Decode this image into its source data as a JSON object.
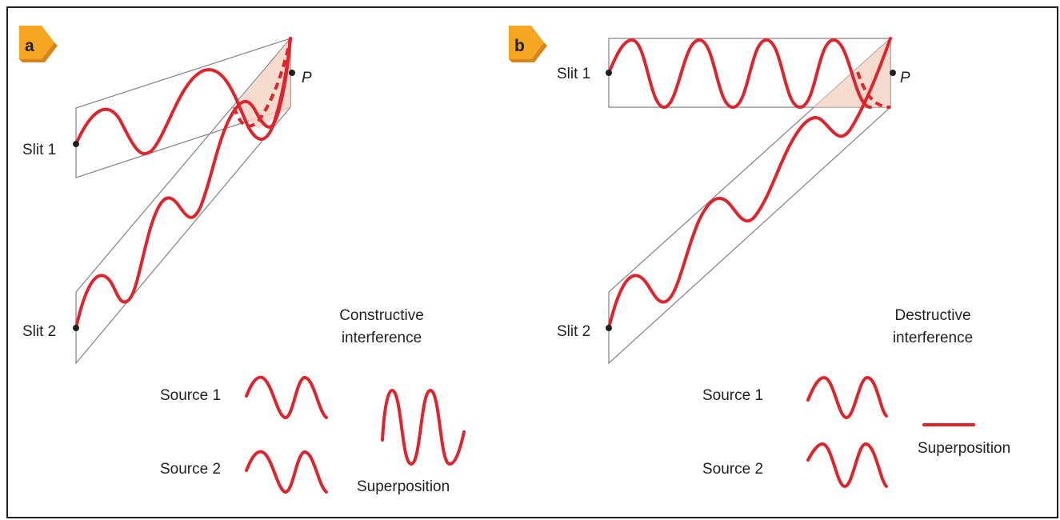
{
  "colors": {
    "wave": "#e0242e",
    "badge": "#f5a623",
    "shade": "#f3d5c5",
    "frame": "#8a8a8a",
    "text": "#231f20"
  },
  "panels": [
    {
      "badge": "a",
      "slit1": "Slit 1",
      "slit2": "Slit 2",
      "point": "P",
      "title_line1": "Constructive",
      "title_line2": "interference",
      "source1": "Source 1",
      "source2": "Source 2",
      "superposition": "Superposition"
    },
    {
      "badge": "b",
      "slit1": "Slit 1",
      "slit2": "Slit 2",
      "point": "P",
      "title_line1": "Destructive",
      "title_line2": "interference",
      "source1": "Source 1",
      "source2": "Source 2",
      "superposition": "Superposition"
    }
  ]
}
